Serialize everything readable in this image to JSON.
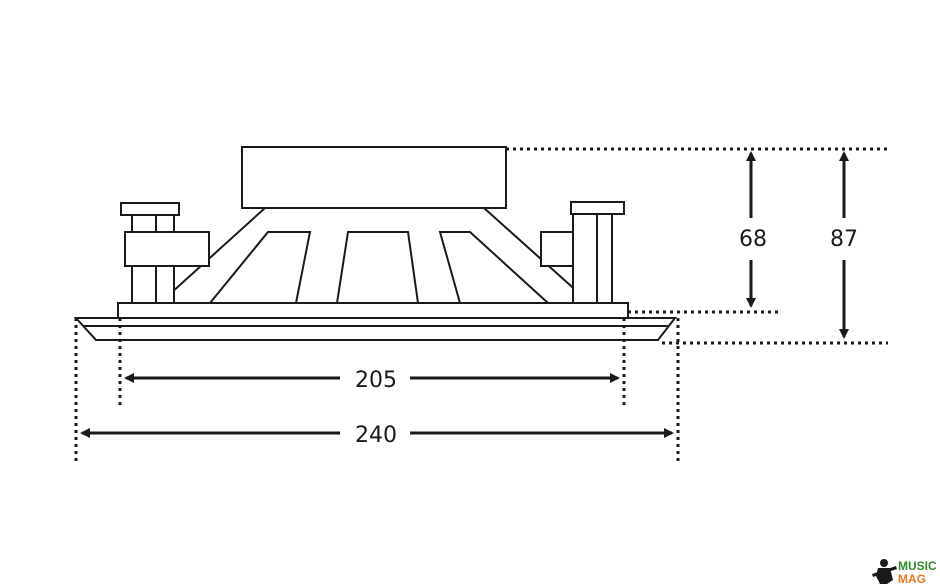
{
  "dimensions": {
    "inner_width": "205",
    "outer_width": "240",
    "body_height": "68",
    "total_height": "87"
  },
  "watermark": {
    "line1": "MUSIC",
    "line2": "MAG"
  },
  "colors": {
    "line": "#1a1a1a",
    "background": "#ffffff",
    "watermark_green": "#2e8b2e",
    "watermark_orange": "#e87722"
  }
}
